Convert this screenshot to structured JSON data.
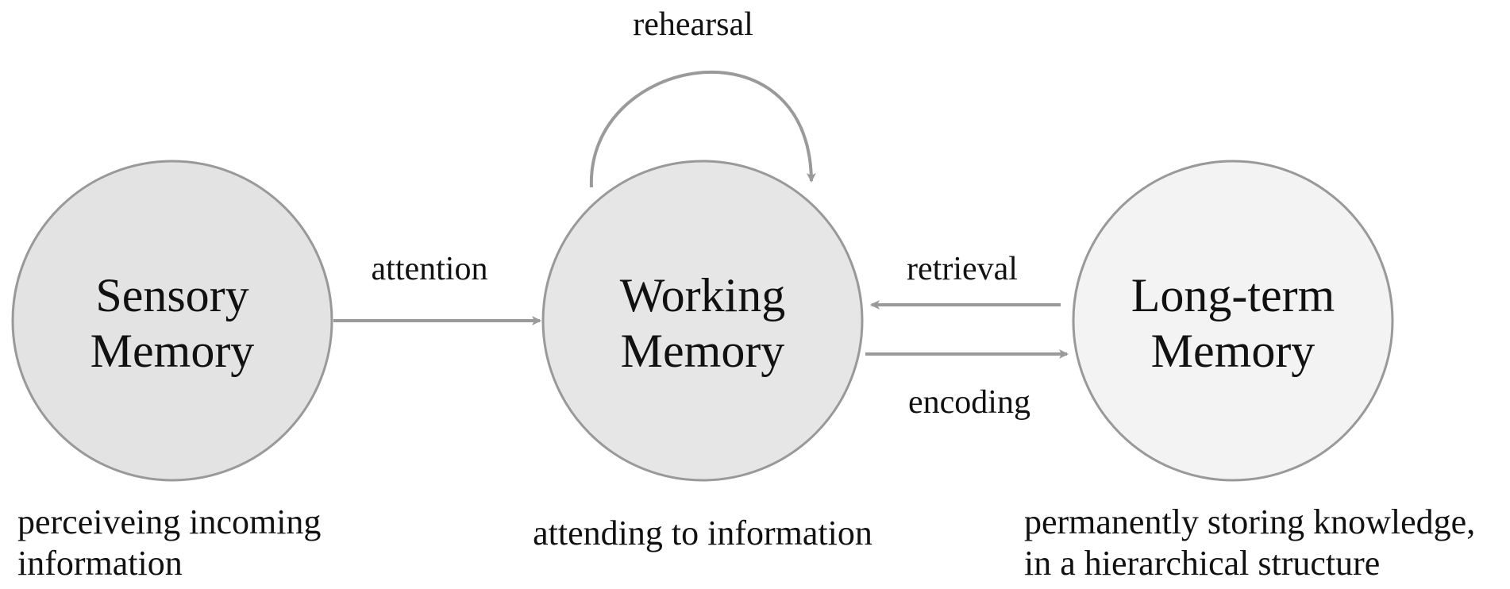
{
  "nodes": {
    "sensory": {
      "line1": "Sensory",
      "line2": "Memory",
      "caption_line1": "perceiveing incoming",
      "caption_line2": "information"
    },
    "working": {
      "line1": "Working",
      "line2": "Memory",
      "caption_line1": "attending to information"
    },
    "longterm": {
      "line1": "Long-term",
      "line2": "Memory",
      "caption_line1": "permanently storing knowledge,",
      "caption_line2": "in a hierarchical structure"
    }
  },
  "edges": {
    "attention": "attention",
    "rehearsal": "rehearsal",
    "retrieval": "retrieval",
    "encoding": "encoding"
  },
  "colors": {
    "sensory_fill": "#e3e3e3",
    "working_fill": "#e6e6e6",
    "longterm_fill": "#f3f3f3",
    "stroke": "#999999",
    "arrow": "#9a9a9a"
  }
}
